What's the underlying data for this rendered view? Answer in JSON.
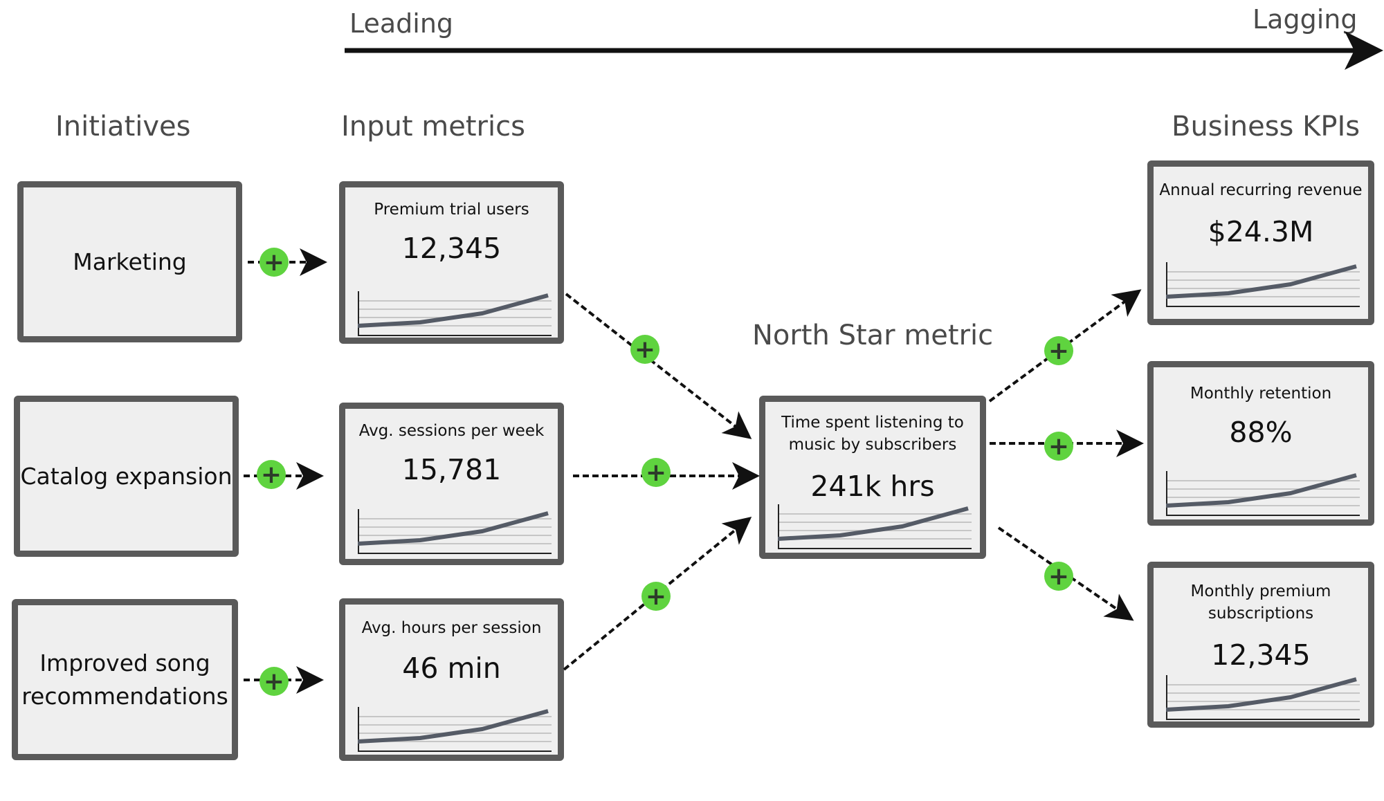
{
  "axis": {
    "left_label": "Leading",
    "right_label": "Lagging"
  },
  "headings": {
    "initiatives": "Initiatives",
    "input_metrics": "Input metrics",
    "north_star": "North Star metric",
    "business_kpis": "Business KPIs"
  },
  "initiatives": [
    {
      "label": "Marketing"
    },
    {
      "label": "Catalog expansion"
    },
    {
      "label": "Improved song\nrecommendations"
    }
  ],
  "input_metrics": [
    {
      "title": "Premium trial users",
      "value": "12,345"
    },
    {
      "title": "Avg. sessions per week",
      "value": "15,781"
    },
    {
      "title": "Avg. hours per session",
      "value": "46 min"
    }
  ],
  "north_star": {
    "title": "Time spent listening to\nmusic by subscribers",
    "value": "241k hrs"
  },
  "business_kpis": [
    {
      "title": "Annual recurring revenue",
      "value": "$24.3M"
    },
    {
      "title": "Monthly retention",
      "value": "88%"
    },
    {
      "title": "Monthly premium\nsubscriptions",
      "value": "12,345"
    }
  ],
  "connector_symbol": "+",
  "colors": {
    "box_border": "#5a5a5a",
    "box_fill": "#efefef",
    "plus_green": "#5fd33f",
    "sparkline": "#555b66",
    "arrow": "#111111",
    "heading": "#4a4a4a"
  }
}
